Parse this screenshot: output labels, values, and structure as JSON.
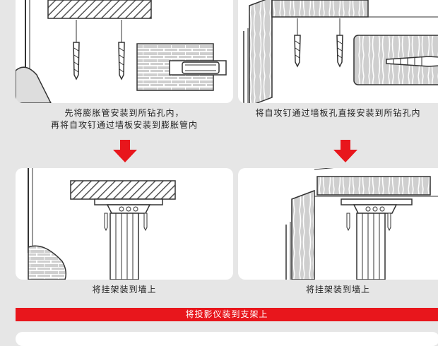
{
  "steps": [
    {
      "caption_line1": "先将膨胀管安装到所钻孔内，",
      "caption_line2": "再将自攻钉通过墙板安装到膨胀管内"
    },
    {
      "caption": "将自攻钉通过墙板孔直接安装到所钻孔内"
    },
    {
      "caption": "将挂架装到墙上"
    },
    {
      "caption": "将挂架装到墙上"
    }
  ],
  "banner": {
    "label": "将投影仪装到支架上"
  },
  "colors": {
    "accent": "#e8161c",
    "background": "#e6e6e6",
    "panel": "#ffffff"
  }
}
